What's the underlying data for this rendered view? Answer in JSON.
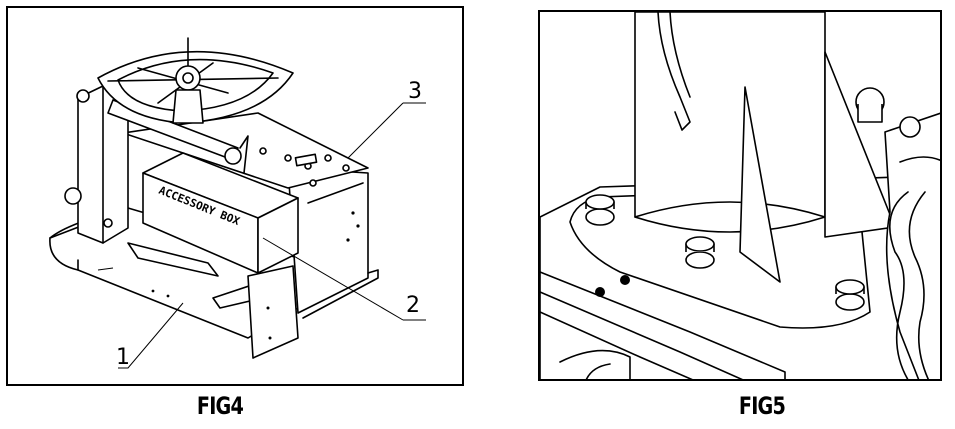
{
  "fig4": {
    "caption": "FIG4",
    "box_label": "ACCESSORY BOX",
    "callouts": [
      "1",
      "2",
      "3"
    ]
  },
  "fig5": {
    "caption": "FIG5"
  }
}
